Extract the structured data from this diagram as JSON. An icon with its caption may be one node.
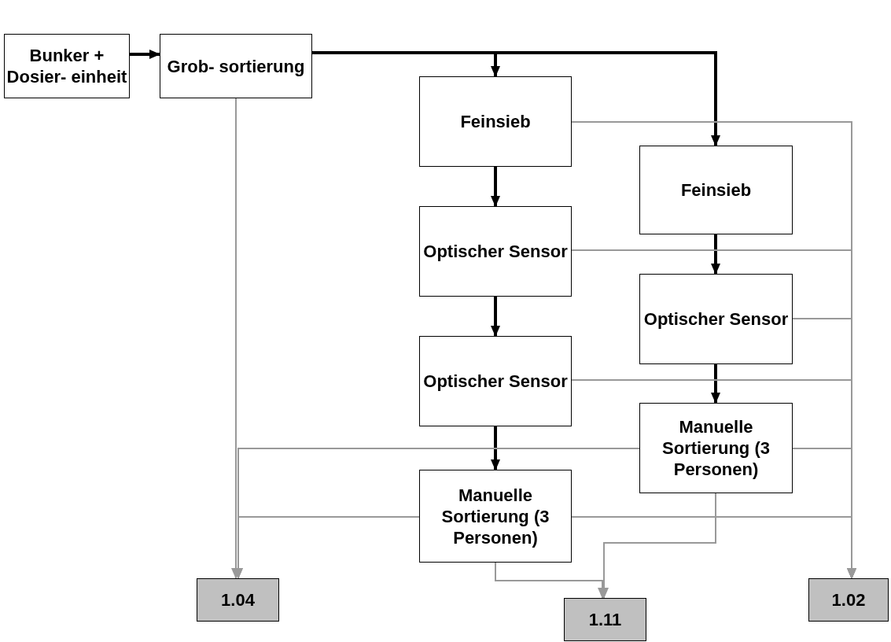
{
  "diagram": {
    "nodes": [
      {
        "text": [
          "Bunker + Dosier- einheit"
        ]
      },
      {
        "text": [
          "Grob- sortierung"
        ]
      },
      {
        "text": [
          "Feinsieb"
        ]
      },
      {
        "text": [
          "Optischer Sensor"
        ]
      },
      {
        "text": [
          "Optischer Sensor"
        ]
      },
      {
        "text": [
          "Manuelle Sortierung (3 Personen)"
        ]
      },
      {
        "text": [
          "Feinsieb"
        ]
      },
      {
        "text": [
          "Optischer Sensor"
        ]
      },
      {
        "text": [
          "Manuelle Sortierung (3 Personen)"
        ]
      },
      {
        "text": [
          "1.04"
        ]
      },
      {
        "text": [
          "1.11"
        ]
      },
      {
        "text": [
          "1.02"
        ]
      }
    ],
    "edges": [
      {
        "from": 0,
        "to": 1,
        "arrow": "to",
        "style": "thick",
        "color": "#000000"
      },
      {
        "from": 1,
        "to": 2,
        "arrow": "to",
        "style": "thick",
        "color": "#000000"
      },
      {
        "from": 1,
        "to": 6,
        "arrow": "to",
        "style": "thick",
        "color": "#000000"
      },
      {
        "from": 2,
        "to": 3,
        "arrow": "to",
        "style": "thick",
        "color": "#000000"
      },
      {
        "from": 3,
        "to": 4,
        "arrow": "to",
        "style": "thick",
        "color": "#000000"
      },
      {
        "from": 4,
        "to": 5,
        "arrow": "to",
        "style": "thick",
        "color": "#000000"
      },
      {
        "from": 6,
        "to": 7,
        "arrow": "to",
        "style": "thick",
        "color": "#000000"
      },
      {
        "from": 7,
        "to": 8,
        "arrow": "to",
        "style": "thick",
        "color": "#000000"
      },
      {
        "from": 1,
        "to": 9,
        "arrow": "to"
      },
      {
        "from": 2,
        "to": 11,
        "arrow": "to"
      },
      {
        "from": 3,
        "to": 11,
        "arrow": "to"
      },
      {
        "from": 7,
        "to": 11,
        "arrow": "to"
      },
      {
        "from": 4,
        "to": 11,
        "arrow": "to"
      },
      {
        "from": 8,
        "to": 9,
        "arrow": "to"
      },
      {
        "from": 8,
        "to": 11,
        "arrow": "to"
      },
      {
        "from": 5,
        "to": 9,
        "arrow": "to"
      },
      {
        "from": 5,
        "to": 11,
        "arrow": "to"
      },
      {
        "from": 5,
        "to": 10,
        "arrow": "to"
      },
      {
        "from": 8,
        "to": 10,
        "arrow": "to"
      }
    ]
  }
}
